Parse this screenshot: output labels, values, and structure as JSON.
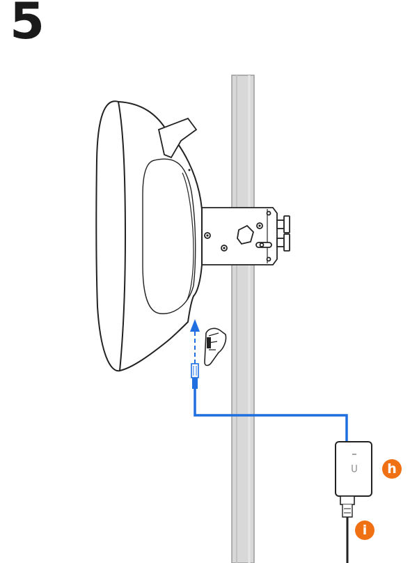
{
  "step": {
    "number": "5"
  },
  "callouts": [
    {
      "label": "h",
      "color": "#f07114"
    },
    {
      "label": "i",
      "color": "#f07114"
    }
  ],
  "colors": {
    "cable": "#1f6fe0",
    "outline": "#222222",
    "pole": "#d4d4d4"
  }
}
